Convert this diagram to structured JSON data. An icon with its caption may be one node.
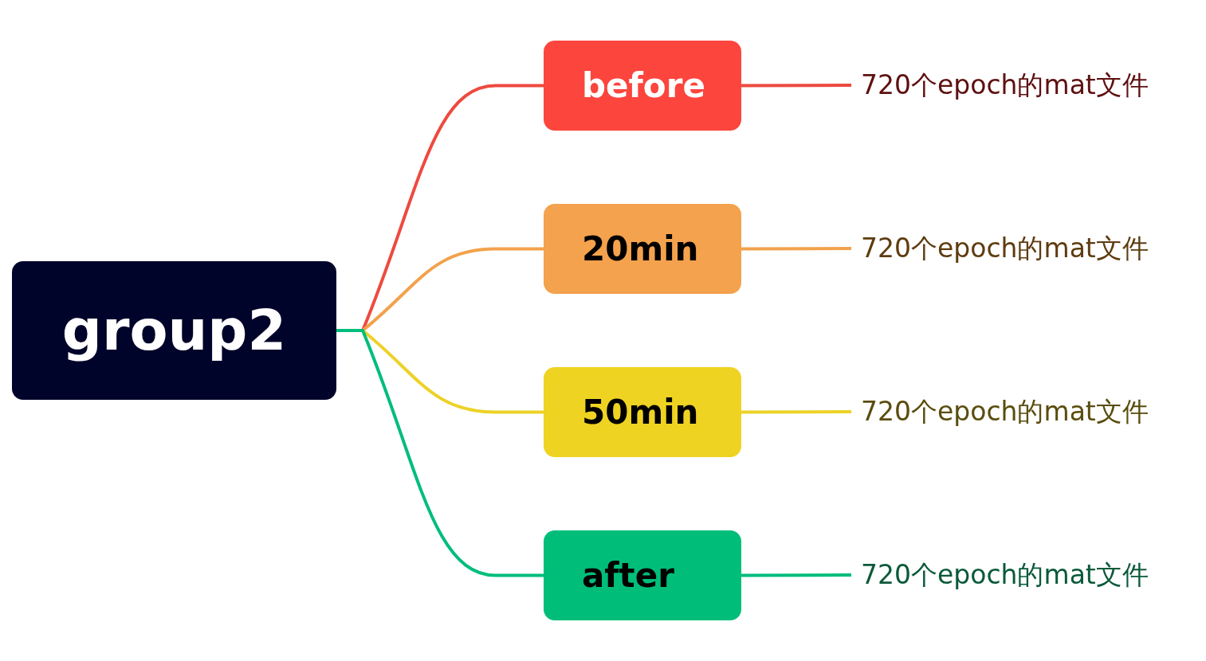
{
  "diagram": {
    "nodes": [
      {
        "text": [
          "group2"
        ]
      },
      {
        "text": [
          "before"
        ]
      },
      {
        "text": [
          "20min"
        ]
      },
      {
        "text": [
          "50min"
        ]
      },
      {
        "text": [
          "after"
        ]
      },
      {
        "text": [
          "720个epoch的mat文件"
        ]
      },
      {
        "text": [
          "720个epoch的mat文件"
        ]
      },
      {
        "text": [
          "720个epoch的mat文件"
        ]
      },
      {
        "text": [
          "720个epoch的mat文件"
        ]
      }
    ],
    "edges": [
      {
        "from": 0,
        "to": 1,
        "arrow": "none",
        "color": "#ee4a3f"
      },
      {
        "from": 0,
        "to": 2,
        "arrow": "none",
        "color": "#f2a24c"
      },
      {
        "from": 0,
        "to": 3,
        "arrow": "none",
        "color": "#ecd227"
      },
      {
        "from": 0,
        "to": 4,
        "arrow": "none",
        "color": "#00bd7c"
      },
      {
        "from": 1,
        "to": 5,
        "arrow": "none",
        "color": "#ee4a3f"
      },
      {
        "from": 2,
        "to": 6,
        "arrow": "none",
        "color": "#f2a24c"
      },
      {
        "from": 3,
        "to": 7,
        "arrow": "none",
        "color": "#ecd227"
      },
      {
        "from": 4,
        "to": 8,
        "arrow": "none",
        "color": "#00bd7c"
      }
    ]
  }
}
